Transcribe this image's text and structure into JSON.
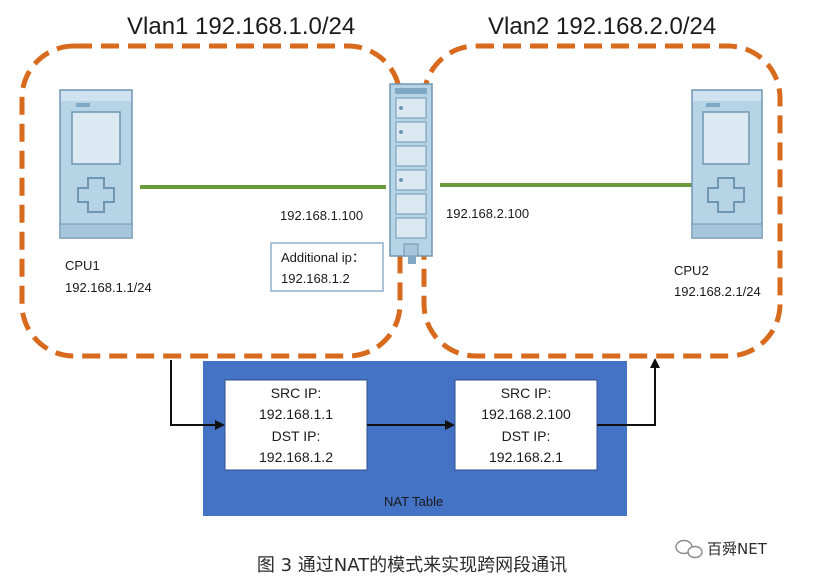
{
  "vlan1": {
    "label": "Vlan1 192.168.1.0/24"
  },
  "vlan2": {
    "label": "Vlan2 192.168.2.0/24"
  },
  "cpu1": {
    "name": "CPU1",
    "ip": "192.168.1.1/24"
  },
  "cpu2": {
    "name": "CPU2",
    "ip": "192.168.2.1/24"
  },
  "switch": {
    "left_ip": "192.168.1.100",
    "right_ip": "192.168.2.100",
    "additional_ip_label": "Additional ip：",
    "additional_ip_value": "192.168.1.2"
  },
  "nat": {
    "title": "NAT Table",
    "left": {
      "src_label": "SRC IP:",
      "src_ip": "192.168.1.1",
      "dst_label": "DST IP:",
      "dst_ip": "192.168.1.2"
    },
    "right": {
      "src_label": "SRC IP:",
      "src_ip": "192.168.2.100",
      "dst_label": "DST IP:",
      "dst_ip": "192.168.2.1"
    }
  },
  "caption": "图 3 通过NAT的模式来实现跨网段通讯",
  "watermark": "百舜NET",
  "colors": {
    "vlan_border": "#d86a1e",
    "link_line": "#6a9a3a",
    "nat_panel": "#4472c4",
    "cpu_body": "#b7d3e6",
    "cpu_screen": "#dbe9f3",
    "cpu_stroke": "#6f97b3"
  }
}
